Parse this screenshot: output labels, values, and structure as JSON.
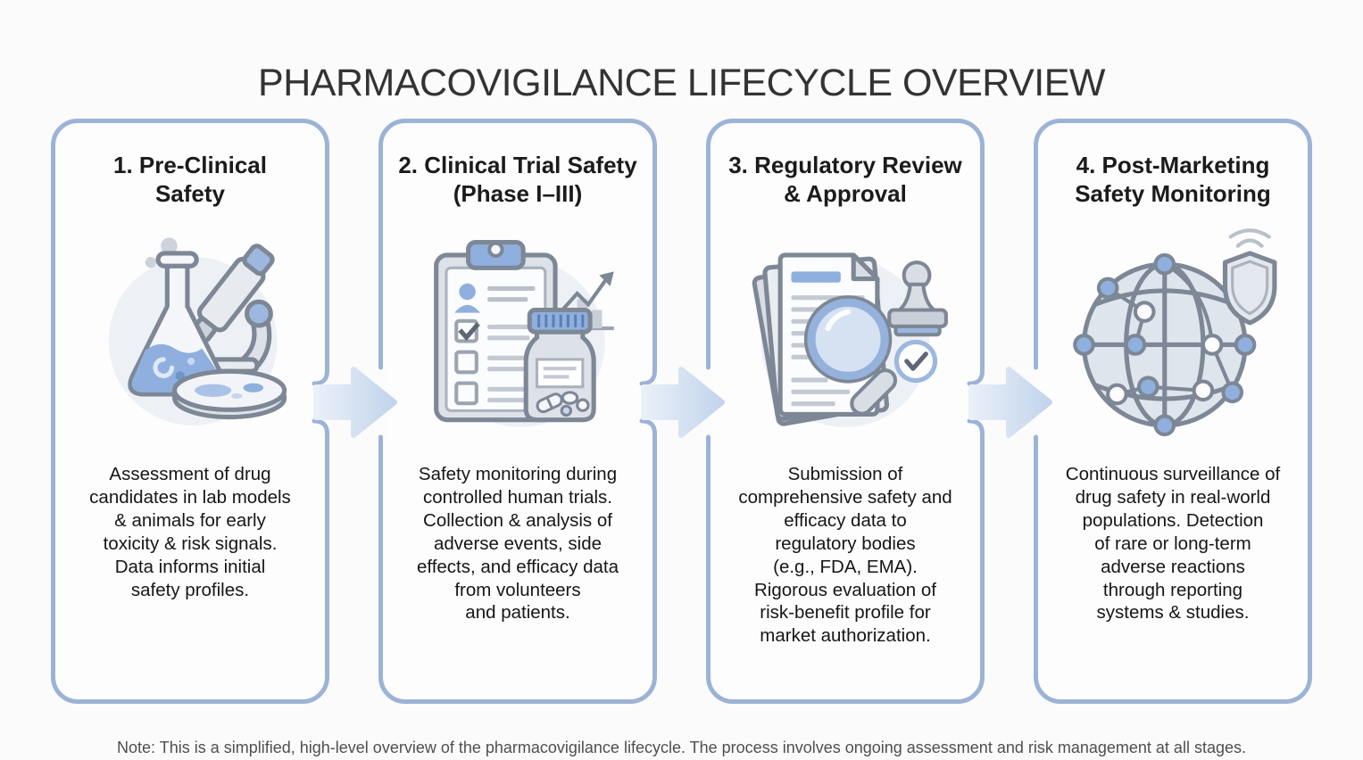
{
  "title": "PHARMACOVIGILANCE LIFECYCLE OVERVIEW",
  "colors": {
    "card_border": "#9cb3d6",
    "accent_blue": "#8fb0de",
    "arrow_fill_light": "#eaf0f8",
    "arrow_fill_dark": "#c2d4ec",
    "icon_outline": "#7d8795",
    "background": "#fbfbfc"
  },
  "cards": [
    {
      "title": "1. Pre-Clinical\nSafety",
      "icon": "lab-flask-microscope-petri-icon",
      "description": "Assessment of drug\ncandidates in lab models\n& animals for early\ntoxicity & risk signals.\nData informs initial\nsafety profiles."
    },
    {
      "title": "2. Clinical Trial Safety\n(Phase I–III)",
      "icon": "clipboard-checklist-chart-pill-bottle-icon",
      "description": "Safety monitoring during\ncontrolled human trials.\nCollection & analysis of\nadverse events, side\neffects, and efficacy data\nfrom volunteers\nand patients."
    },
    {
      "title": "3. Regulatory Review\n& Approval",
      "icon": "document-magnifier-stamp-check-icon",
      "description": "Submission of\ncomprehensive safety and\nefficacy data to\nregulatory bodies\n(e.g., FDA, EMA).\nRigorous evaluation of\nrisk-benefit profile for\nmarket authorization."
    },
    {
      "title": "4. Post-Marketing\nSafety Monitoring",
      "icon": "global-network-shield-icon",
      "description": "Continuous surveillance of\ndrug safety in real-world\npopulations. Detection\nof rare or long-term\nadverse reactions\nthrough reporting\nsystems & studies."
    }
  ],
  "footnote": "Note: This is a simplified, high-level overview of the pharmacovigilance lifecycle. The process involves ongoing assessment and risk management at all stages."
}
